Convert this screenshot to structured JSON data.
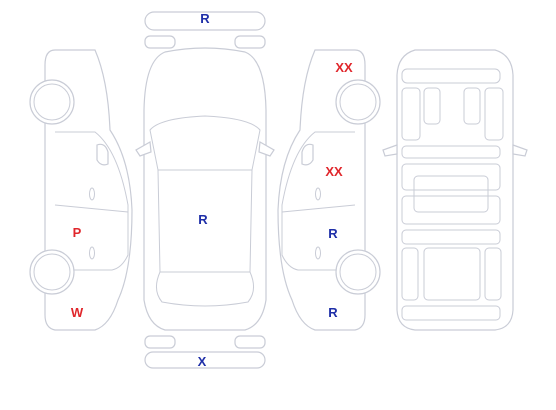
{
  "colors": {
    "outline": "#c9ccd6",
    "code_blue": "#1f2fa8",
    "code_red": "#e0262b"
  },
  "labels": {
    "front_bumper": {
      "text": "R",
      "color": "blue"
    },
    "roof": {
      "text": "R",
      "color": "blue"
    },
    "rear_bumper": {
      "text": "X",
      "color": "blue"
    },
    "left_front_fender": {
      "text": "P",
      "color": "red"
    },
    "left_rear": {
      "text": "W",
      "color": "red"
    },
    "right_rear_top": {
      "text": "XX",
      "color": "red"
    },
    "right_rear_door": {
      "text": "XX",
      "color": "red"
    },
    "right_front_door": {
      "text": "R",
      "color": "blue"
    },
    "right_front": {
      "text": "R",
      "color": "blue"
    }
  }
}
